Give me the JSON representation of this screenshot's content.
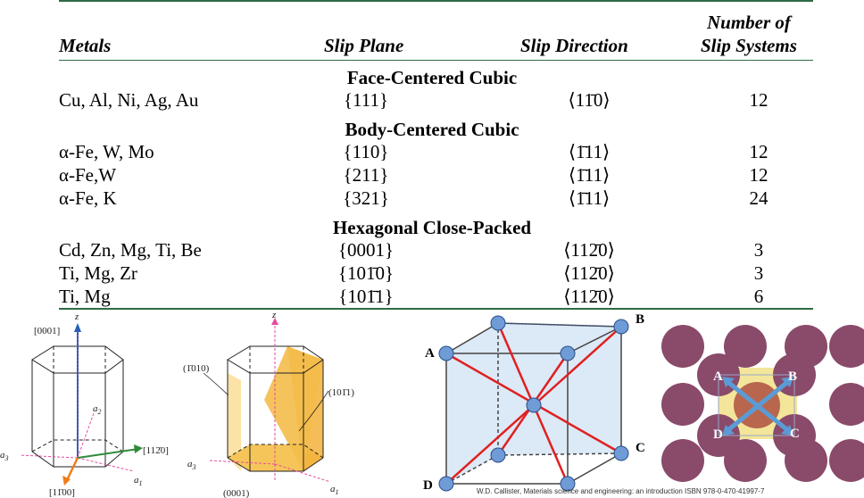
{
  "table": {
    "headers": {
      "metals": "Metals",
      "slip_plane": "Slip Plane",
      "slip_direction": "Slip Direction",
      "num_line1": "Number of",
      "num_line2": "Slip Systems"
    },
    "sections": [
      {
        "title": "Face-Centered Cubic",
        "rows": [
          {
            "metals": "Cu, Al, Ni, Ag, Au",
            "plane": "{111}",
            "direction": "⟨11̄0⟩",
            "count": "12"
          }
        ]
      },
      {
        "title": "Body-Centered Cubic",
        "rows": [
          {
            "metals": "α-Fe, W, Mo",
            "plane": "{110}",
            "direction": "⟨1̄11⟩",
            "count": "12"
          },
          {
            "metals": "α-Fe,W",
            "plane": "{211}",
            "direction": "⟨1̄11⟩",
            "count": "12"
          },
          {
            "metals": "α-Fe, K",
            "plane": "{321}",
            "direction": "⟨1̄11⟩",
            "count": "24"
          }
        ]
      },
      {
        "title": "Hexagonal Close-Packed",
        "rows": [
          {
            "metals": "Cd, Zn, Mg, Ti, Be",
            "plane": "{0001}",
            "direction": "⟨112̄0⟩",
            "count": "3"
          },
          {
            "metals": "Ti, Mg, Zr",
            "plane": "{101̄0}",
            "direction": "⟨112̄0⟩",
            "count": "3"
          },
          {
            "metals": "Ti, Mg",
            "plane": "{101̄1}",
            "direction": "⟨112̄0⟩",
            "count": "6"
          }
        ]
      }
    ]
  },
  "figures": {
    "hcp_basal": {
      "label_0001": "[0001]",
      "z": "z",
      "a1": "a",
      "a1_sub": "1",
      "a2": "a",
      "a2_sub": "2",
      "a3": "a",
      "a3_sub": "3",
      "dir_1120": "[112̄0]",
      "dir_1100": "[11̄00]"
    },
    "hcp_prism": {
      "z": "z",
      "label_1010": "(1̄010)",
      "label_1011": "(101̄1)",
      "label_0001": "(0001)",
      "a1": "a",
      "a1_sub": "1",
      "a3": "a",
      "a3_sub": "3"
    },
    "bcc_cube": {
      "A": "A",
      "B": "B",
      "C": "C",
      "D": "D"
    },
    "bcc_plane": {
      "A": "A",
      "B": "B",
      "C": "C",
      "D": "D"
    }
  },
  "credit": "W.D. Callister, Materials science and engineering: an introduction ISBN 978-0-470-41997-7",
  "colors": {
    "rule": "#2e6b45",
    "slip_line": "#e02020",
    "atom": "#6f9bd6",
    "plane_fill": "#dce9f7",
    "large_atom": "#8a4a6a",
    "arrow": "#5b9bd5"
  }
}
